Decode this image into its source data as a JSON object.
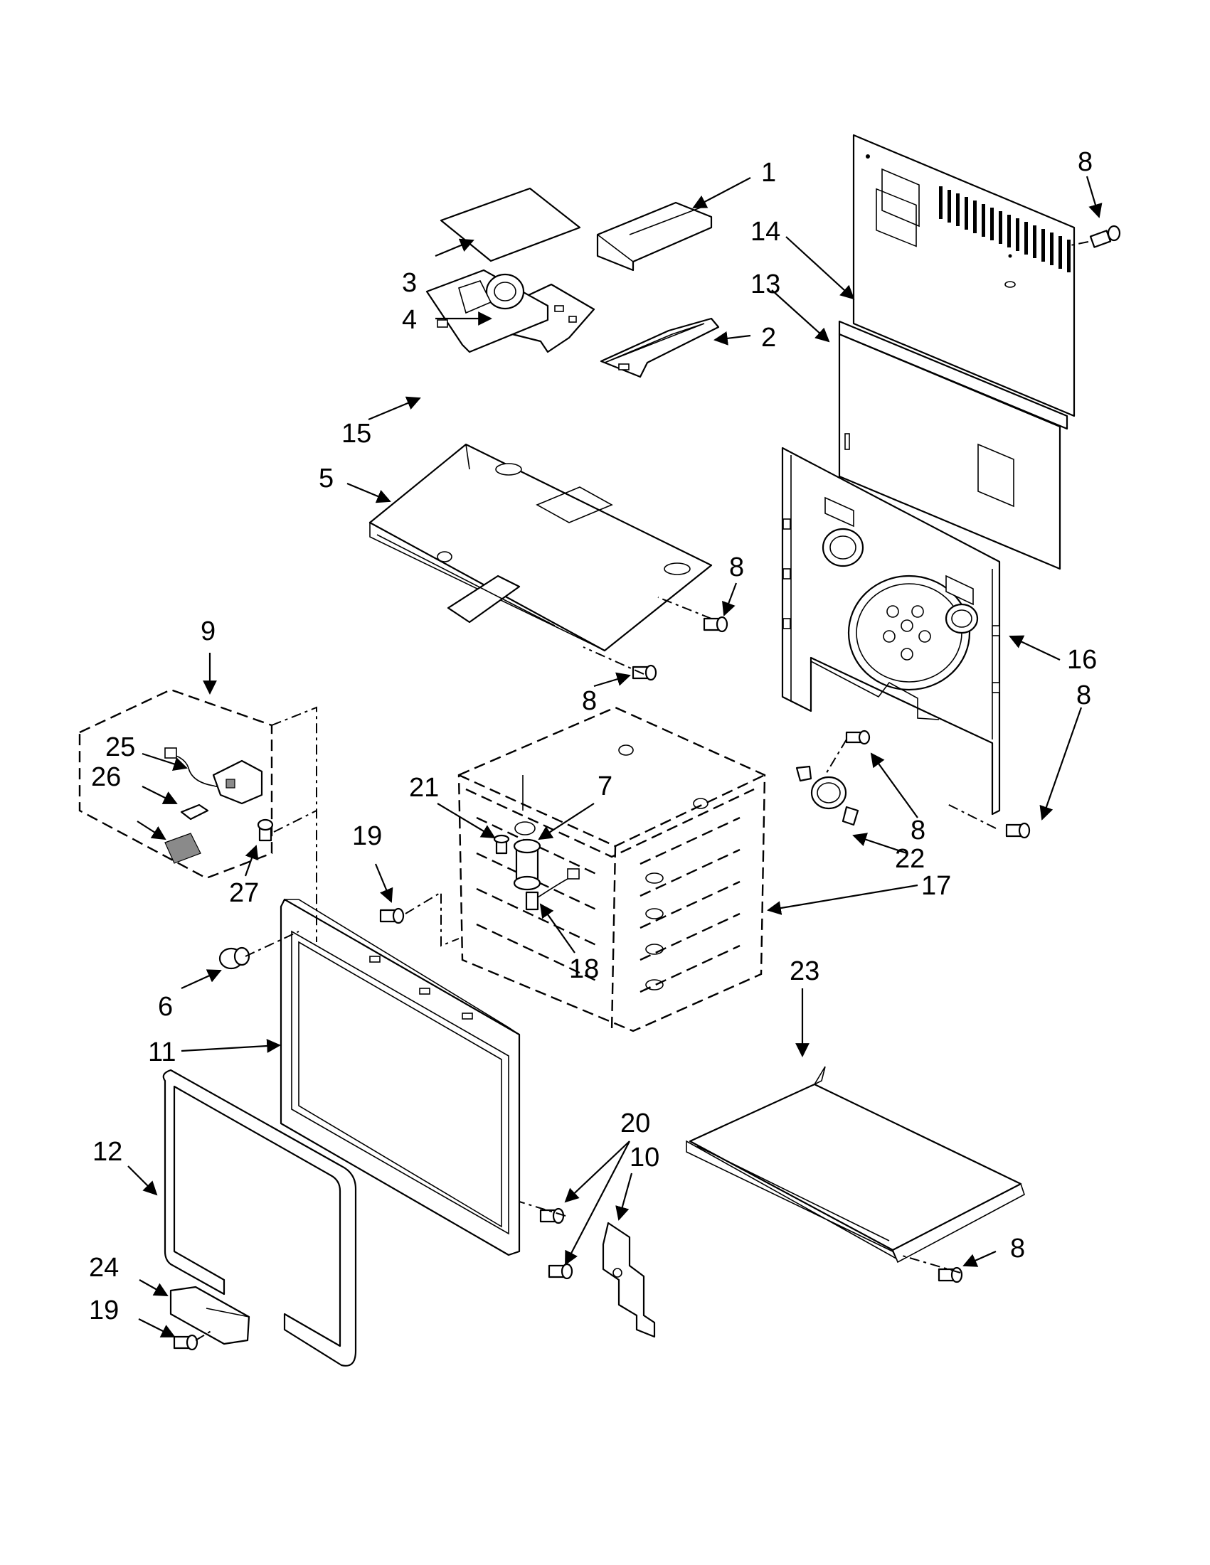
{
  "callouts": [
    {
      "id": "c1",
      "text": "1"
    },
    {
      "id": "c2",
      "text": "2"
    },
    {
      "id": "c3",
      "text": "3"
    },
    {
      "id": "c4",
      "text": "4"
    },
    {
      "id": "c5",
      "text": "5"
    },
    {
      "id": "c6",
      "text": "6"
    },
    {
      "id": "c7",
      "text": "7"
    },
    {
      "id": "c8a",
      "text": "8"
    },
    {
      "id": "c8b",
      "text": "8"
    },
    {
      "id": "c8c",
      "text": "8"
    },
    {
      "id": "c8d",
      "text": "8"
    },
    {
      "id": "c8e",
      "text": "8"
    },
    {
      "id": "c8f",
      "text": "8"
    },
    {
      "id": "c9",
      "text": "9"
    },
    {
      "id": "c10",
      "text": "10"
    },
    {
      "id": "c11",
      "text": "11"
    },
    {
      "id": "c12",
      "text": "12"
    },
    {
      "id": "c13",
      "text": "13"
    },
    {
      "id": "c14",
      "text": "14"
    },
    {
      "id": "c15",
      "text": "15"
    },
    {
      "id": "c16",
      "text": "16"
    },
    {
      "id": "c17",
      "text": "17"
    },
    {
      "id": "c18",
      "text": "18"
    },
    {
      "id": "c19a",
      "text": "19"
    },
    {
      "id": "c19b",
      "text": "19"
    },
    {
      "id": "c20",
      "text": "20"
    },
    {
      "id": "c21",
      "text": "21"
    },
    {
      "id": "c22",
      "text": "22"
    },
    {
      "id": "c23",
      "text": "23"
    },
    {
      "id": "c24",
      "text": "24"
    },
    {
      "id": "c25",
      "text": "25"
    },
    {
      "id": "c26",
      "text": "26"
    },
    {
      "id": "c27",
      "text": "27"
    }
  ]
}
